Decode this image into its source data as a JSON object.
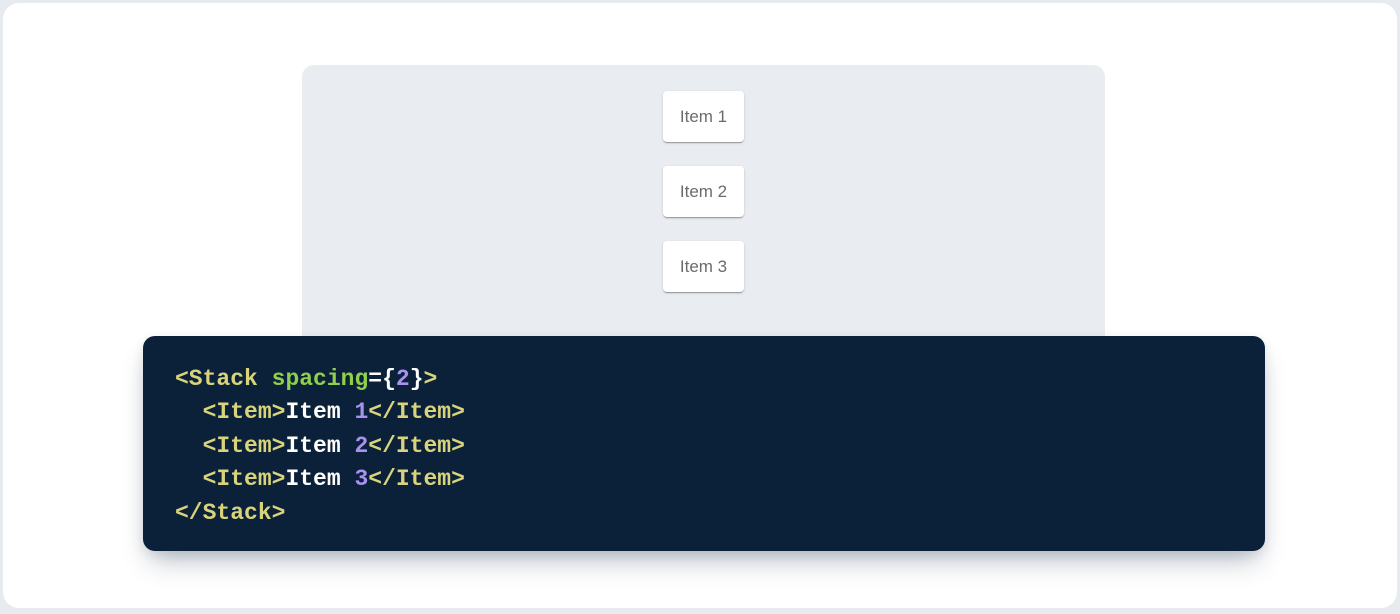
{
  "page": {
    "outer_background": "#e7eaee",
    "card_background": "#ffffff"
  },
  "demo": {
    "panel_background": "#e9edf2",
    "item_text_color": "#6b6b6b",
    "items": [
      {
        "label": "Item 1"
      },
      {
        "label": "Item 2"
      },
      {
        "label": "Item 3"
      }
    ]
  },
  "code": {
    "background": "#0b2039",
    "colors": {
      "tag": "#d9d47b",
      "attr": "#90ce4d",
      "number": "#a891f0",
      "plain": "#ffffff"
    },
    "lines": [
      [
        {
          "c": "tag",
          "v": "<Stack"
        },
        {
          "c": "plain",
          "v": " "
        },
        {
          "c": "attr",
          "v": "spacing"
        },
        {
          "c": "plain",
          "v": "={"
        },
        {
          "c": "number",
          "v": "2"
        },
        {
          "c": "plain",
          "v": "}"
        },
        {
          "c": "tag",
          "v": ">"
        }
      ],
      [
        {
          "c": "plain",
          "v": "  "
        },
        {
          "c": "tag",
          "v": "<Item>"
        },
        {
          "c": "plain",
          "v": "Item "
        },
        {
          "c": "number",
          "v": "1"
        },
        {
          "c": "tag",
          "v": "</Item>"
        }
      ],
      [
        {
          "c": "plain",
          "v": "  "
        },
        {
          "c": "tag",
          "v": "<Item>"
        },
        {
          "c": "plain",
          "v": "Item "
        },
        {
          "c": "number",
          "v": "2"
        },
        {
          "c": "tag",
          "v": "</Item>"
        }
      ],
      [
        {
          "c": "plain",
          "v": "  "
        },
        {
          "c": "tag",
          "v": "<Item>"
        },
        {
          "c": "plain",
          "v": "Item "
        },
        {
          "c": "number",
          "v": "3"
        },
        {
          "c": "tag",
          "v": "</Item>"
        }
      ],
      [
        {
          "c": "tag",
          "v": "</Stack>"
        }
      ]
    ]
  }
}
